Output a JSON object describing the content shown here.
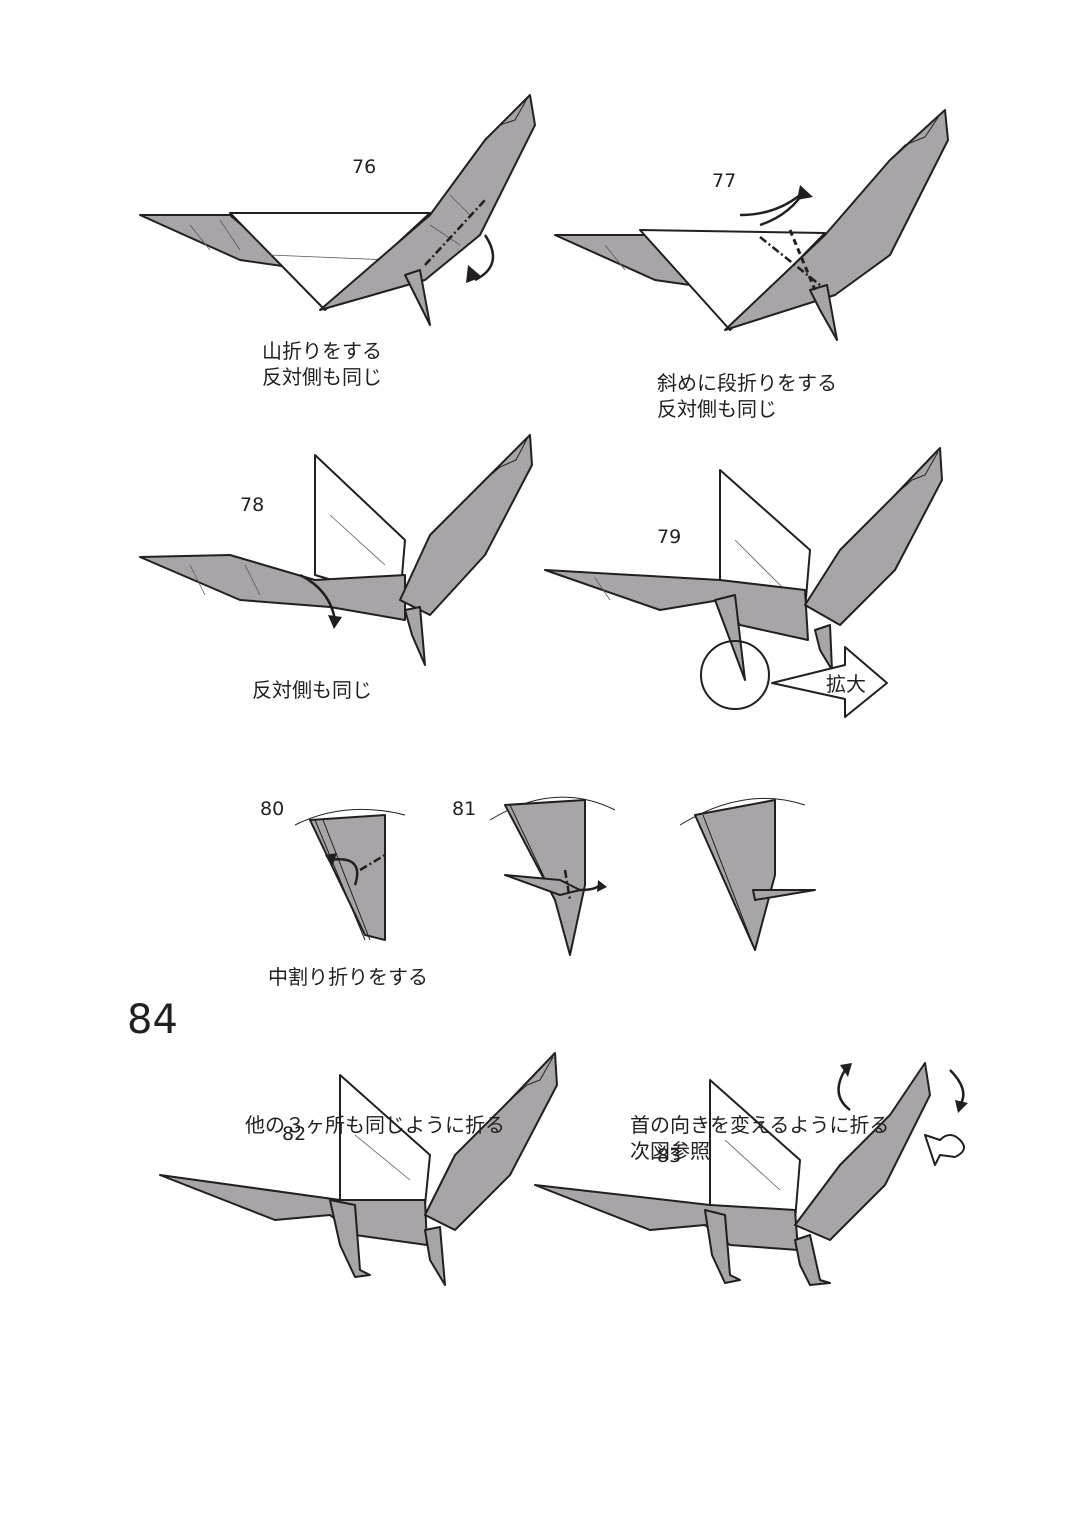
{
  "page_number": "84",
  "steps": [
    {
      "number": "76",
      "caption": [
        "山折りをする",
        "反対側も同じ"
      ]
    },
    {
      "number": "77",
      "caption": [
        "斜めに段折りをする",
        "反対側も同じ"
      ]
    },
    {
      "number": "78",
      "caption": [
        "反対側も同じ"
      ]
    },
    {
      "number": "79",
      "callout": "拡大"
    },
    {
      "number": "80",
      "caption": [
        "中割り折りをする"
      ]
    },
    {
      "number": "81"
    },
    {
      "number": "82",
      "caption": [
        "他の３ヶ所も同じように折る"
      ]
    },
    {
      "number": "83",
      "caption": [
        "首の向きを変えるように折る",
        "次図参照"
      ]
    }
  ],
  "colors": {
    "paper_back": "#a7a5a8",
    "paper_front": "#ffffff",
    "line": "#231f20"
  }
}
